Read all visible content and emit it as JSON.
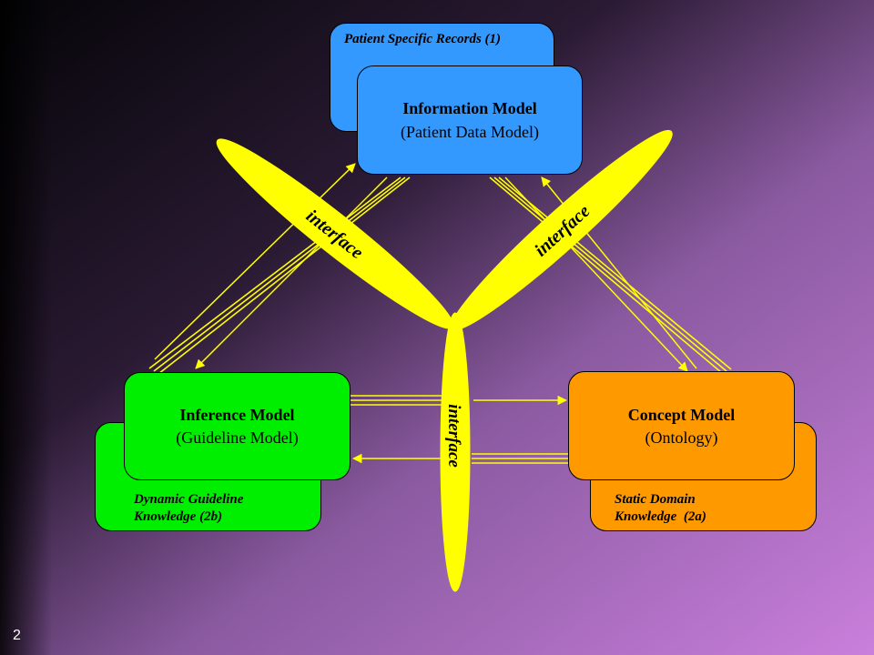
{
  "colors": {
    "bg_dark": "#0a0a10",
    "bg_mid": "#7a4f8f",
    "bg_light": "#c47fd6",
    "info_blue": "#3399ff",
    "inference_green": "#00ee00",
    "concept_orange": "#ff9900",
    "interface_yellow": "#ffff00"
  },
  "nodes": {
    "patient_records": {
      "label": "Patient Specific Records (1)"
    },
    "information_model": {
      "title": "Information Model",
      "subtitle": "(Patient Data Model)"
    },
    "inference_model": {
      "title": "Inference Model",
      "subtitle": "(Guideline Model)"
    },
    "dynamic_knowledge": {
      "label_line1": "Dynamic Guideline",
      "label_line2": "Knowledge (2b)"
    },
    "concept_model": {
      "title": "Concept Model",
      "subtitle": "(Ontology)"
    },
    "static_knowledge": {
      "label_line1": "Static Domain",
      "label_line2": "Knowledge  (2a)"
    }
  },
  "interfaces": {
    "left": "interface",
    "right": "interface",
    "bottom": "interface"
  },
  "page_number": "2"
}
